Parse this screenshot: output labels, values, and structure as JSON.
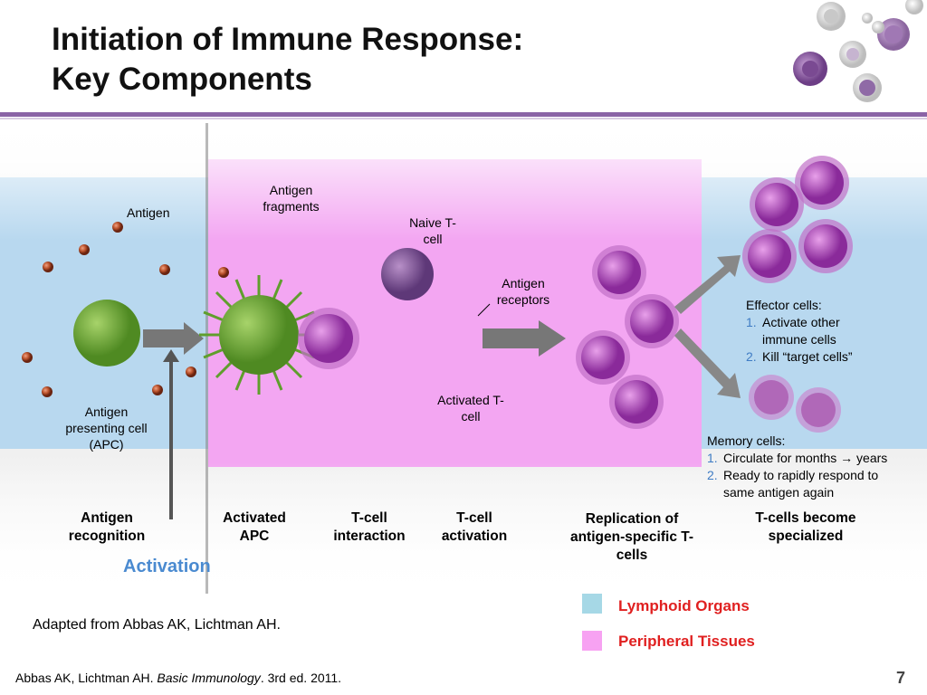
{
  "slide": {
    "title_line1": "Initiation of Immune Response:",
    "title_line2": "Key Components",
    "page_number": "7"
  },
  "colors": {
    "lymphoid": "#a6d8e6",
    "peripheral": "#f7a2f2",
    "title_rule": "#8a64a6",
    "legend_text": "#e02020",
    "list_number": "#3f7cc4"
  },
  "diagram": {
    "labels": {
      "antigen": "Antigen",
      "antigen_fragments": "Antigen fragments",
      "naive_tcell": "Naive T-cell",
      "antigen_receptors": "Antigen receptors",
      "activated_tcell": "Activated T-cell",
      "apc": "Antigen presenting cell (APC)"
    },
    "effector": {
      "heading": "Effector cells:",
      "items": [
        {
          "num": "1.",
          "text": "Activate other immune cells"
        },
        {
          "num": "2.",
          "text": "Kill “target cells”"
        }
      ]
    },
    "memory": {
      "heading": "Memory cells:",
      "items": [
        {
          "num": "1.",
          "text": "Circulate for months → years"
        },
        {
          "num": "2.",
          "text": "Ready to rapidly respond to same antigen again"
        }
      ]
    },
    "stages": [
      "Antigen recognition",
      "Activated APC",
      "T-cell interaction",
      "T-cell activation",
      "Replication of antigen-specific T-cells",
      "T-cells become specialized"
    ],
    "activation": "Activation",
    "icons": [
      "antigen-particle-icon",
      "apc-cell-icon",
      "activated-apc-icon",
      "naive-tcell-icon",
      "tcell-icon",
      "arrow-icon"
    ]
  },
  "legend": [
    {
      "label": "Lymphoid Organs"
    },
    {
      "label": "Peripheral Tissues"
    }
  ],
  "footer": {
    "adapted": "Adapted from Abbas AK, Lichtman AH.",
    "citation_authors": "Abbas AK, Lichtman AH. ",
    "citation_title": "Basic Immunology",
    "citation_rest": ". 3rd ed. 2011."
  }
}
